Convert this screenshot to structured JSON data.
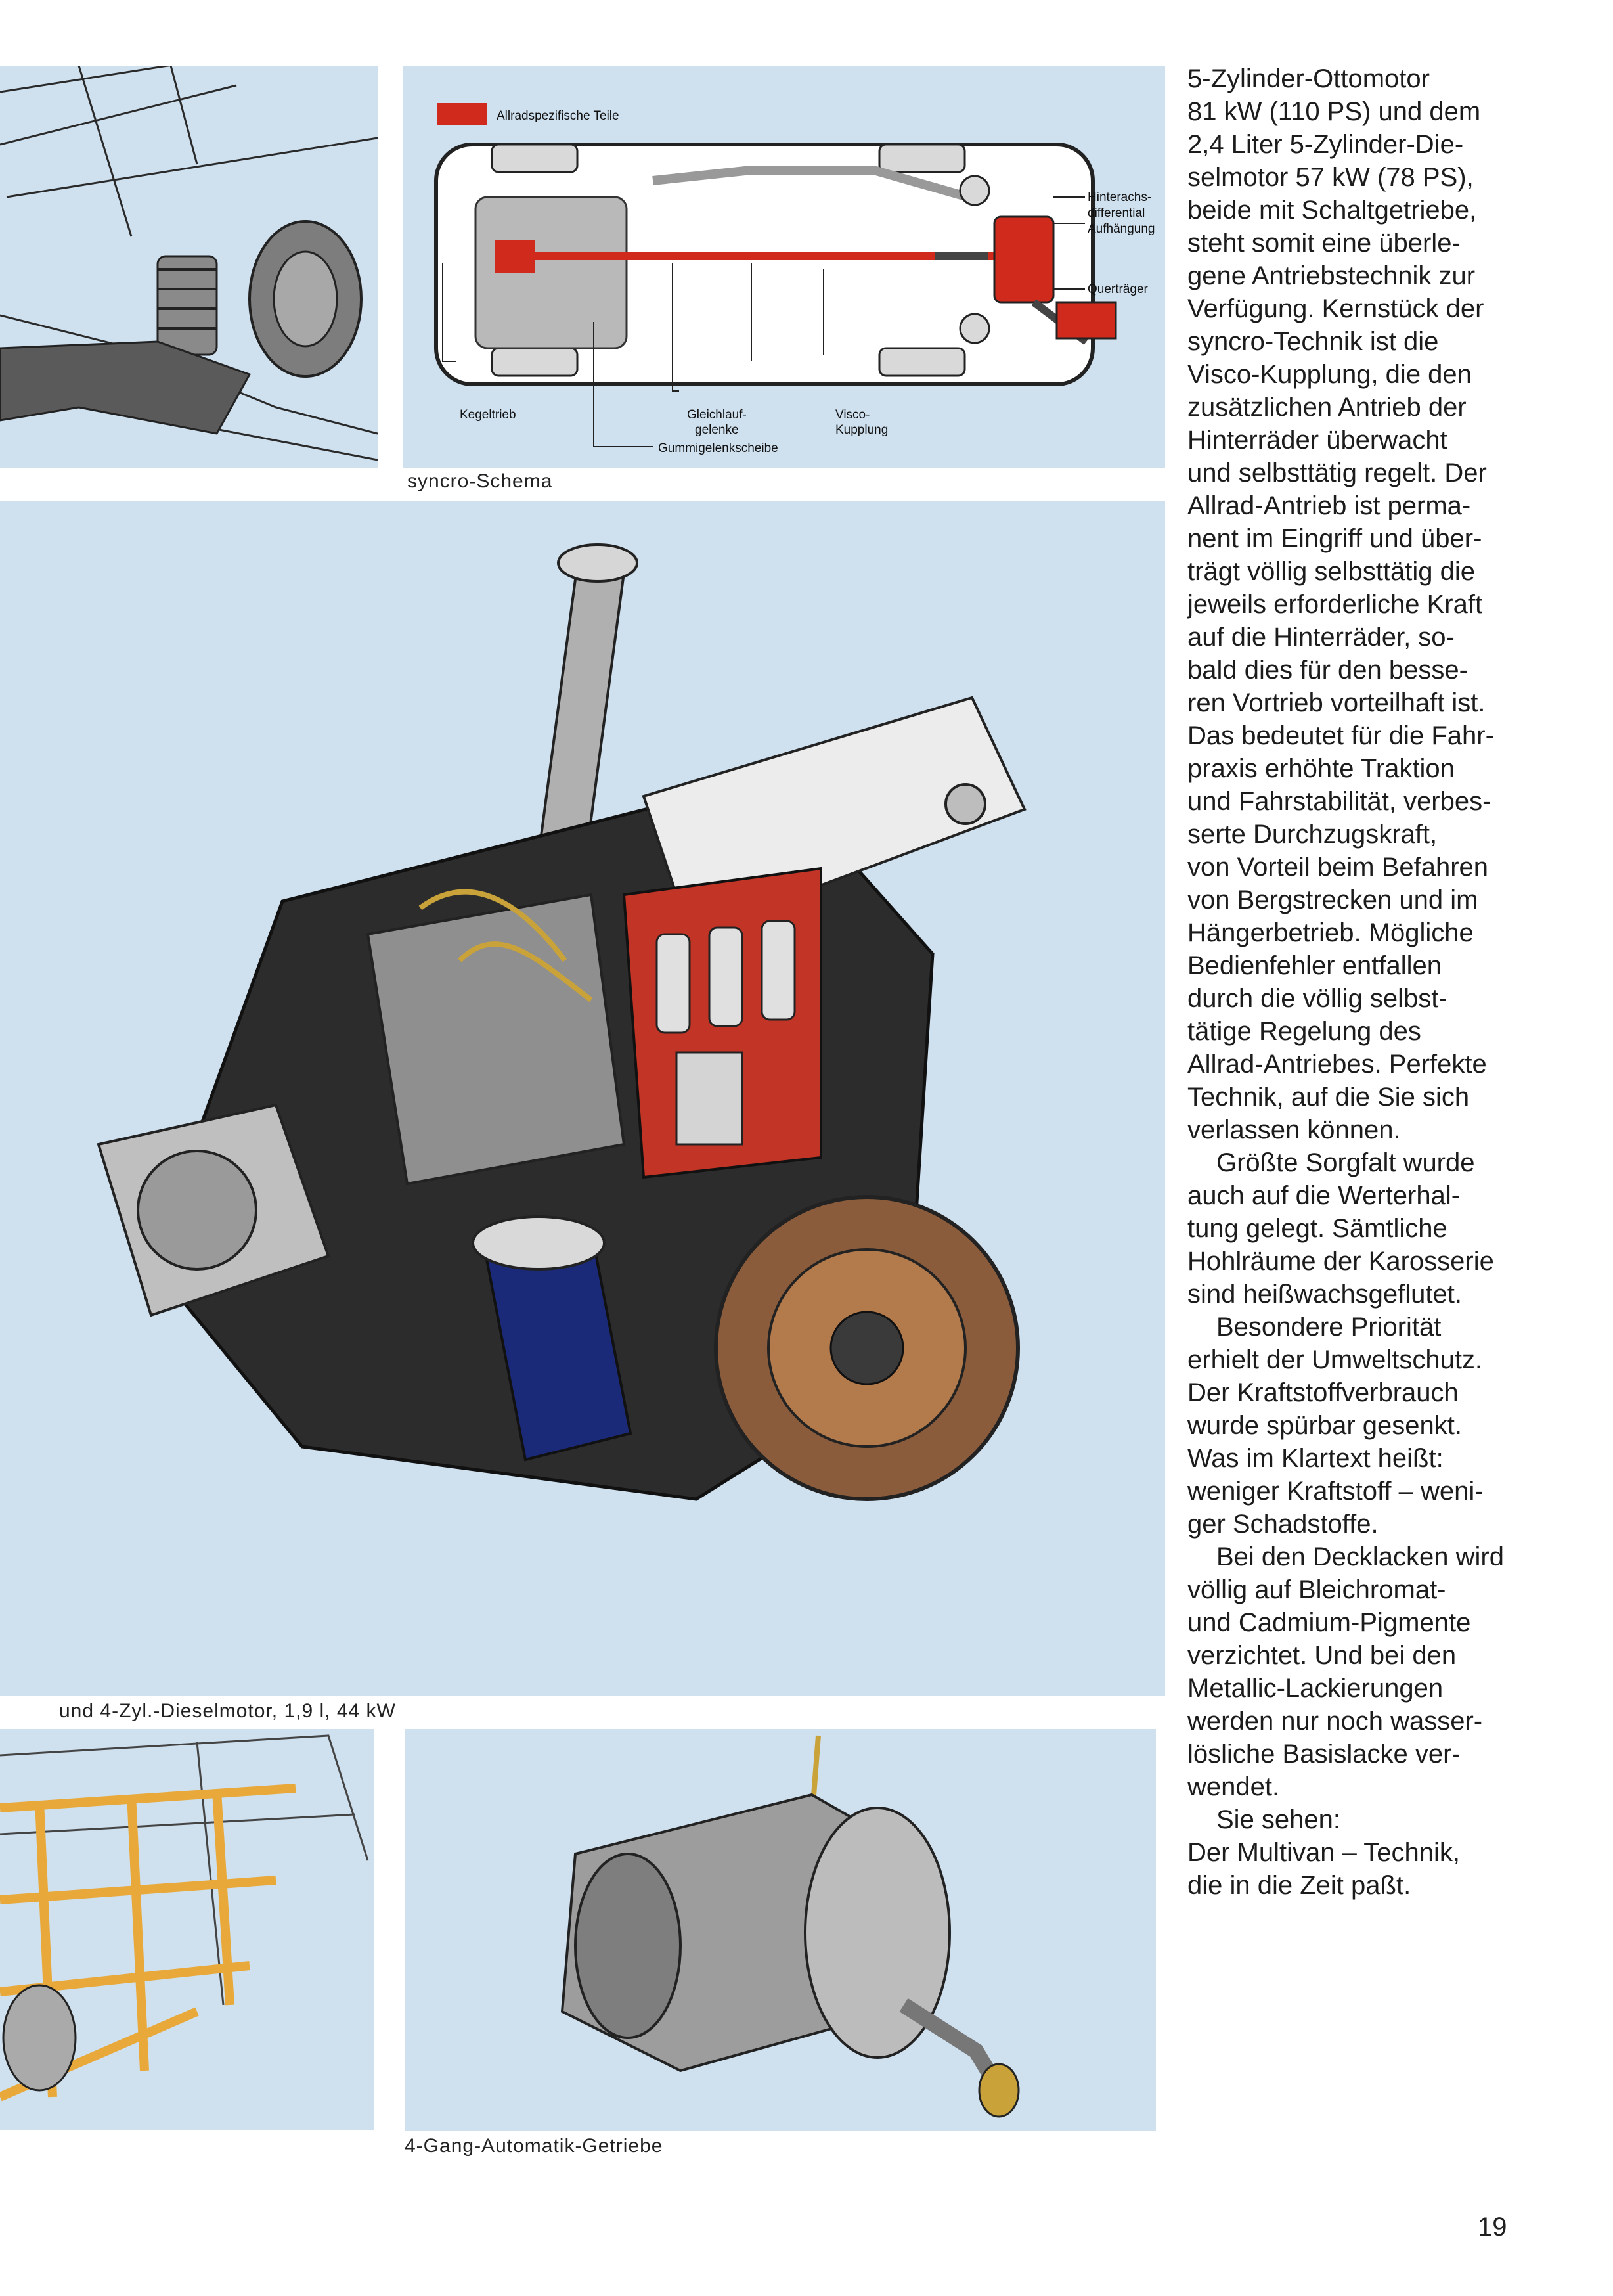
{
  "schema": {
    "legend_label": "Allradspezifische Teile",
    "labels": {
      "hinterachs": "Hinterachs-",
      "differential": "differential",
      "aufhaengung": "Aufhängung",
      "quertraeger": "Querträger",
      "kegeltrieb": "Kegeltrieb",
      "gleichlauf_1": "Gleichlauf-",
      "gleichlauf_2": "gelenke",
      "visco_1": "Visco-",
      "visco_2": "Kupplung",
      "gummi": "Gummigelenkscheibe"
    },
    "caption": "syncro-Schema"
  },
  "engine": {
    "caption": "und 4-Zyl.-Dieselmotor, 1,9 l, 44 kW"
  },
  "gearbox": {
    "caption": "4-Gang-Automatik-Getriebe"
  },
  "colors": {
    "panel_blue": "#cfe0ef",
    "accent_red": "#d02a1c",
    "frame_yellow": "#e8a93a"
  },
  "article": {
    "p1": "5-Zylinder-Ottomotor\n81 kW (110 PS) und dem\n2,4 Liter 5-Zylinder-Die-\nselmotor 57 kW (78 PS),\nbeide mit Schaltgetriebe,\nsteht somit eine überle-\ngene Antriebstechnik zur\nVerfügung. Kernstück der\nsyncro-Technik ist die\nVisco-Kupplung, die den\nzusätzlichen Antrieb der\nHinterräder überwacht\nund selbsttätig regelt. Der\nAllrad-Antrieb ist perma-\nnent im Eingriff und über-\nträgt völlig selbsttätig die\njeweils erforderliche Kraft\nauf die Hinterräder, so-\nbald dies für den besse-\nren Vortrieb vorteilhaft ist.\nDas bedeutet für die Fahr-\npraxis erhöhte Traktion\nund Fahrstabilität, verbes-\nserte Durchzugskraft,\nvon Vorteil beim Befahren\nvon Bergstrecken und im\nHängerbetrieb. Mögliche\nBedienfehler entfallen\ndurch die völlig selbst-\ntätige Regelung des\nAllrad-Antriebes. Perfekte\nTechnik, auf die Sie sich\nverlassen können.",
    "p2": "Größte Sorgfalt wurde\nauch auf die Werterhal-\ntung gelegt. Sämtliche\nHohlräume der Karosserie\nsind heißwachsgeflutet.",
    "p3": "Besondere Priorität\nerhielt der Umweltschutz.\nDer Kraftstoffverbrauch\nwurde spürbar gesenkt.\nWas im Klartext heißt:\nweniger Kraftstoff – weni-\nger Schadstoffe.",
    "p4": "Bei den Decklacken wird\nvöllig auf Bleichromat-\nund Cadmium-Pigmente\nverzichtet. Und bei den\nMetallic-Lackierungen\nwerden nur noch wasser-\nlösliche Basislacke ver-\nwendet.",
    "p5": "Sie sehen:",
    "p6": "Der Multivan – Technik,\ndie in die Zeit paßt."
  },
  "page_number": "19"
}
